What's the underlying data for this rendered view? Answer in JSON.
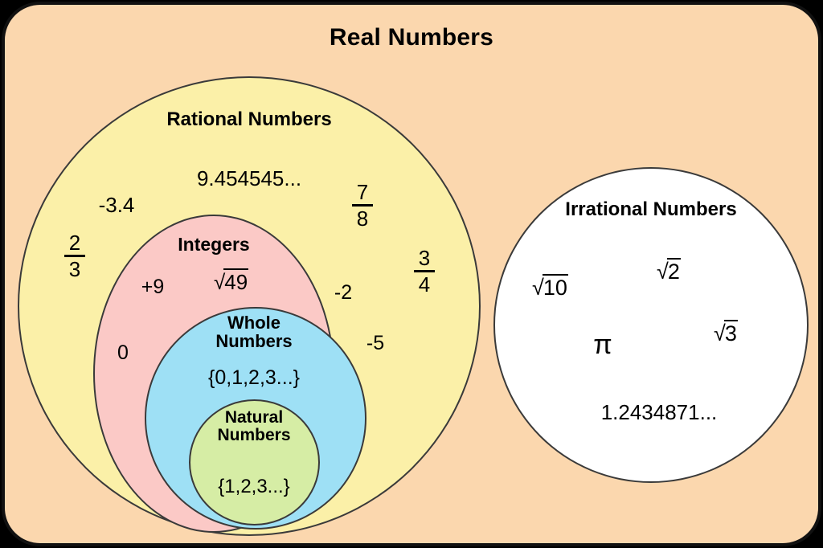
{
  "diagram": {
    "title": "Real Numbers",
    "type": "nested-venn-number-sets",
    "colors": {
      "background": "#FBD7AE",
      "border": "#111111",
      "rational": "#FBF0A8",
      "integers": "#FBC9C6",
      "whole": "#9EE0F5",
      "natural": "#D6EDA5",
      "irrational": "#FFFFFF",
      "outline": "#3A3A3A",
      "text": "#000000"
    }
  },
  "sets": {
    "real": {
      "label": "Real Numbers"
    },
    "rational": {
      "label": "Rational Numbers",
      "members": {
        "repeating_decimal": "9.454545...",
        "neg_decimal": "-3.4",
        "two_thirds_num": "2",
        "two_thirds_den": "3",
        "seven_eighths_num": "7",
        "seven_eighths_den": "8",
        "three_fourths_num": "3",
        "three_fourths_den": "4"
      }
    },
    "integers": {
      "label": "Integers",
      "members": {
        "plus_nine": "+9",
        "sqrt_sym": "√",
        "sqrt_arg": "49",
        "neg_two": "-2",
        "zero": "0",
        "neg_five": "-5"
      }
    },
    "whole": {
      "label": "Whole\nNumbers",
      "members": {
        "set_notation": "{0,1,2,3...}"
      }
    },
    "natural": {
      "label": "Natural\nNumbers",
      "members": {
        "set_notation": "{1,2,3...}"
      }
    },
    "irrational": {
      "label": "Irrational Numbers",
      "members": {
        "sqrt_sym": "√",
        "sqrt10_arg": "10",
        "sqrt2_arg": "2",
        "sqrt3_arg": "3",
        "pi": "π",
        "nonrepeating_decimal": "1.2434871..."
      }
    }
  }
}
